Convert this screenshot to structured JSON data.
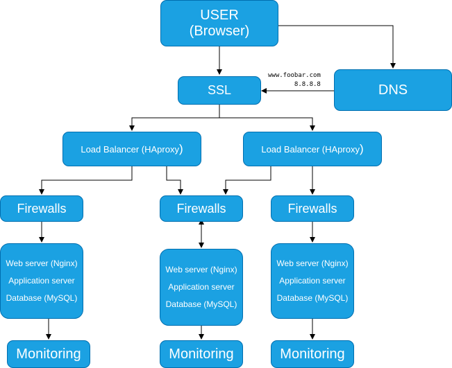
{
  "nodes": {
    "user": {
      "line1": "USER",
      "line2": "(Browser)"
    },
    "dns": {
      "label": "DNS"
    },
    "ssl": {
      "label": "SSL"
    },
    "lb1": {
      "label": "Load Balancer (HAproxy",
      "paren": ")"
    },
    "lb2": {
      "label": "Load Balancer (HAproxy",
      "paren": ")"
    },
    "fw1": {
      "label": "Firewalls"
    },
    "fw2": {
      "label": "Firewalls"
    },
    "fw3": {
      "label": "Firewalls"
    },
    "srv1": {
      "web": "Web server (Nginx)",
      "app": "Application server",
      "db": "Database (MySQL)"
    },
    "srv2": {
      "web": "Web server (Nginx)",
      "app": "Application server",
      "db": "Database (MySQL)"
    },
    "srv3": {
      "web": "Web server (Nginx)",
      "app": "Application server",
      "db": "Database (MySQL)"
    },
    "mon1": {
      "label": "Monitoring"
    },
    "mon2": {
      "label": "Monitoring"
    },
    "mon3": {
      "label": "Monitoring"
    }
  },
  "edge_labels": {
    "dns_to_ssl": {
      "line1": "www.foobar.com",
      "line2": "8.8.8.8"
    }
  },
  "colors": {
    "node_fill": "#1ba1e2",
    "node_border": "#006eaf",
    "edge": "#000000"
  }
}
